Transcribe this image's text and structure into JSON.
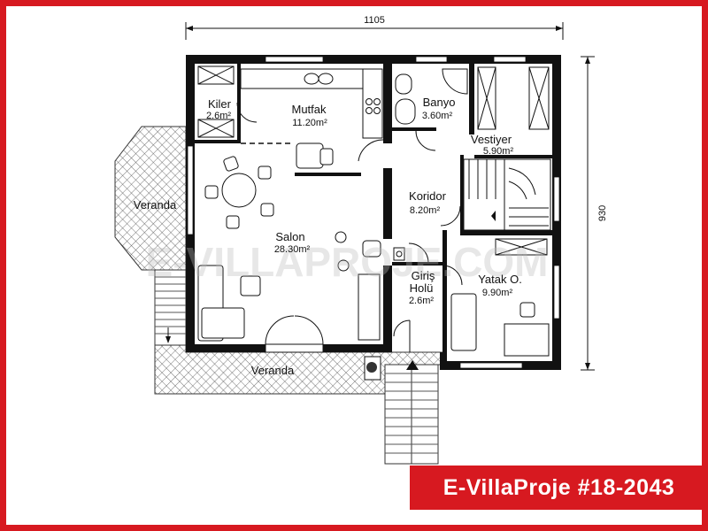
{
  "dimensions": {
    "width": "1105",
    "height": "930"
  },
  "rooms": {
    "kiler": {
      "name": "Kiler",
      "area": "2.6m²"
    },
    "mutfak": {
      "name": "Mutfak",
      "area": "11.20m²"
    },
    "banyo": {
      "name": "Banyo",
      "area": "3.60m²"
    },
    "vestiyer": {
      "name": "Vestiyer",
      "area": "5.90m²"
    },
    "koridor": {
      "name": "Koridor",
      "area": "8.20m²"
    },
    "salon": {
      "name": "Salon",
      "area": "28.30m²"
    },
    "giris": {
      "name_line1": "Giriş",
      "name_line2": "Holü",
      "area": "2.6m²"
    },
    "yatak": {
      "name": "Yatak O.",
      "area": "9.90m²"
    },
    "veranda_left": {
      "name": "Veranda"
    },
    "veranda_bottom": {
      "name": "Veranda"
    }
  },
  "watermark": "E-VILLAPROJE.COM",
  "brand": "E-VillaProje #18-2043",
  "colors": {
    "frame": "#d71920",
    "wall": "#111111",
    "brand_text": "#ffffff"
  }
}
